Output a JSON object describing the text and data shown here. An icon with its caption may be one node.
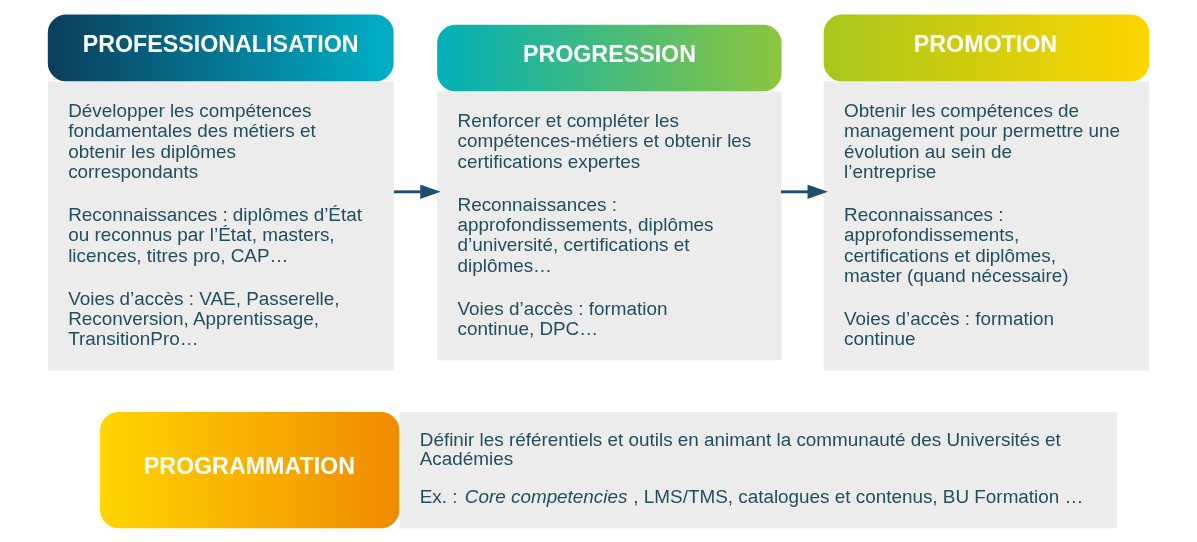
{
  "diagram": {
    "nodes": [
      {
        "text": [
          "PROFESSIONALISATION",
          "Développer les compétences fondamentales des métiers et obtenir les diplômes correspondants",
          "Reconnaissances : diplômes d’État ou reconnus par l’État, masters, licences, titres pro, CAP…",
          "Voies d’accès : VAE, Passerelle, Reconversion, Apprentissage, TransitionPro…"
        ]
      },
      {
        "text": [
          "PROGRESSION",
          "Renforcer et compléter les compétences-métiers et obtenir les certifications expertes",
          "Reconnaissances : approfondissements, diplômes d’université, certifications et diplômes…",
          "Voies d’accès : formation continue, DPC…"
        ]
      },
      {
        "text": [
          "PROMOTION",
          "Obtenir les compétences de management pour permettre une évolution au sein de l’entreprise",
          "Reconnaissances : approfondissements, certifications et diplômes, master (quand nécessaire)",
          "Voies d’accès : formation continue"
        ]
      },
      {
        "text": [
          "PROGRAMMATION",
          "Définir les référentiels et outils en animant la communauté des Universités et Académies",
          "Ex. : *Core competencies*, LMS/TMS, catalogues et contenus, BU Formation …"
        ]
      }
    ],
    "edges": [
      {
        "from": 0,
        "to": 1,
        "arrow": "to"
      },
      {
        "from": 1,
        "to": 2,
        "arrow": "to"
      }
    ]
  }
}
